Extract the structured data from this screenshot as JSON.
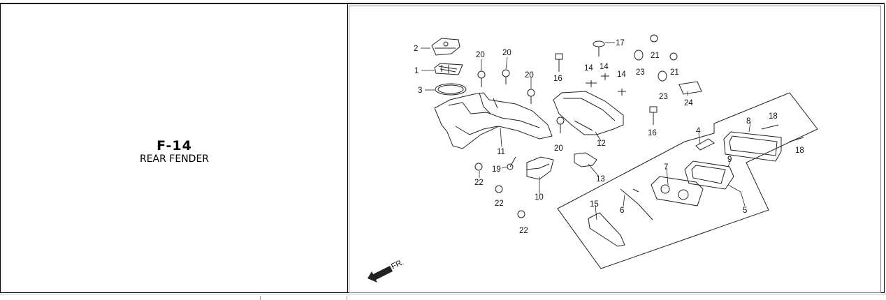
{
  "section": {
    "code": "F-14",
    "title": "REAR FENDER"
  },
  "diagram": {
    "direction_label": "FR.",
    "callouts": [
      {
        "id": "c2",
        "text": "2"
      },
      {
        "id": "c1",
        "text": "1"
      },
      {
        "id": "c3",
        "text": "3"
      },
      {
        "id": "c20a",
        "text": "20"
      },
      {
        "id": "c20b",
        "text": "20"
      },
      {
        "id": "c20c",
        "text": "20"
      },
      {
        "id": "c20d",
        "text": "20"
      },
      {
        "id": "c16a",
        "text": "16"
      },
      {
        "id": "c17",
        "text": "17"
      },
      {
        "id": "c14a",
        "text": "14"
      },
      {
        "id": "c14b",
        "text": "14"
      },
      {
        "id": "c14c",
        "text": "14"
      },
      {
        "id": "c21a",
        "text": "21"
      },
      {
        "id": "c21b",
        "text": "21"
      },
      {
        "id": "c23a",
        "text": "23"
      },
      {
        "id": "c23b",
        "text": "23"
      },
      {
        "id": "c24",
        "text": "24"
      },
      {
        "id": "c11",
        "text": "11"
      },
      {
        "id": "c12",
        "text": "12"
      },
      {
        "id": "c16b",
        "text": "16"
      },
      {
        "id": "c4",
        "text": "4"
      },
      {
        "id": "c8",
        "text": "8"
      },
      {
        "id": "c18a",
        "text": "18"
      },
      {
        "id": "c18b",
        "text": "18"
      },
      {
        "id": "c19",
        "text": "19"
      },
      {
        "id": "c22a",
        "text": "22"
      },
      {
        "id": "c22b",
        "text": "22"
      },
      {
        "id": "c22c",
        "text": "22"
      },
      {
        "id": "c10",
        "text": "10"
      },
      {
        "id": "c13",
        "text": "13"
      },
      {
        "id": "c7",
        "text": "7"
      },
      {
        "id": "c9",
        "text": "9"
      },
      {
        "id": "c15",
        "text": "15"
      },
      {
        "id": "c6",
        "text": "6"
      },
      {
        "id": "c5",
        "text": "5"
      }
    ]
  }
}
